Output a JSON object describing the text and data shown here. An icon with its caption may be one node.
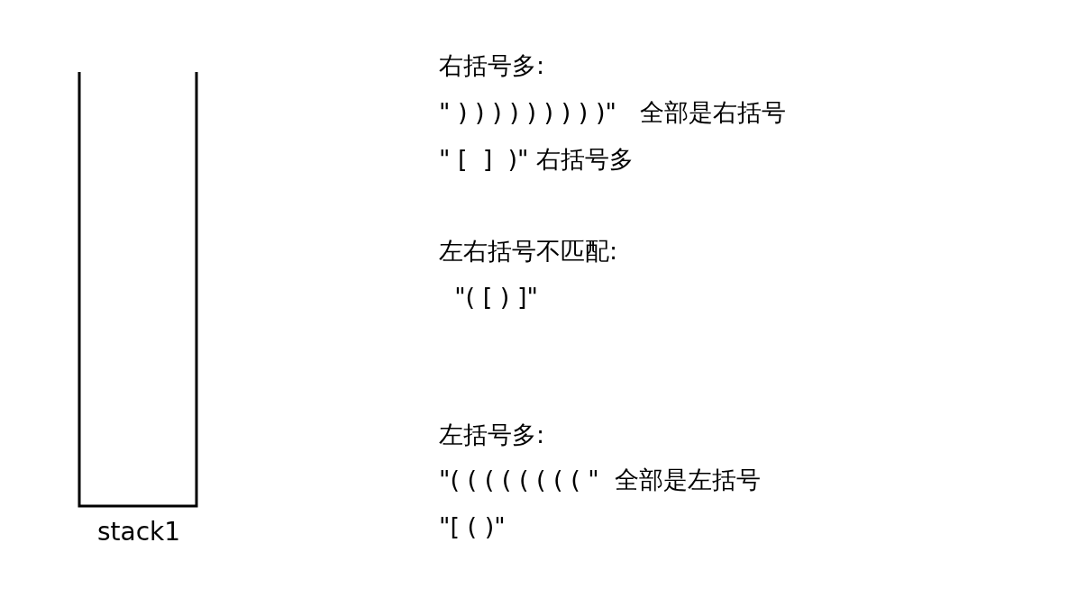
{
  "diagram": {
    "nodes": [
      {
        "text": [
          "stack1"
        ]
      }
    ],
    "labels": [
      "右括号多:",
      "\" ) ) ) ) ) ) ) ) )\"   全部是右括号",
      "\" [  ]  )\" 右括号多",
      "左右括号不匹配:",
      "  \"( [ ) ]\"",
      "左括号多:",
      "\"( ( ( ( ( ( ( ( \"  全部是左括号",
      "\"[ ( )\""
    ]
  }
}
